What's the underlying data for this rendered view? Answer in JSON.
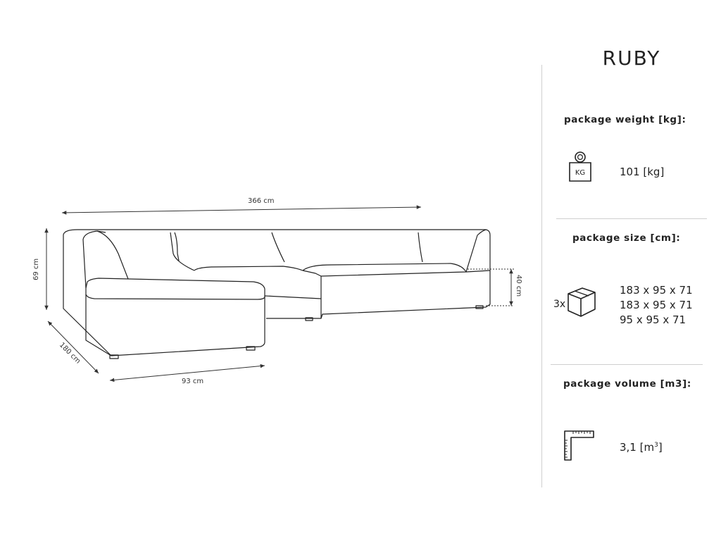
{
  "product": {
    "name": "RUBY"
  },
  "dimensions": {
    "total_width": "366 cm",
    "height": "69 cm",
    "depth": "180 cm",
    "chaise_width": "93 cm",
    "seat_height": "40 cm"
  },
  "weight": {
    "label": "package weight [kg]:",
    "icon_text": "KG",
    "icon": "weight-icon",
    "value": "101 [kg]"
  },
  "size": {
    "label": "package size [cm]:",
    "icon": "box-icon",
    "quantity": "3x",
    "items": [
      "183 x 95 x 71",
      "183 x 95 x 71",
      "95 x 95 x 71"
    ]
  },
  "volume": {
    "label": "package volume [m3]:",
    "icon": "ruler-square-icon",
    "value": "3,1 [m",
    "superscript": "3",
    "suffix": "]"
  },
  "colors": {
    "line": "#222222",
    "separator": "#cfcfcf"
  }
}
